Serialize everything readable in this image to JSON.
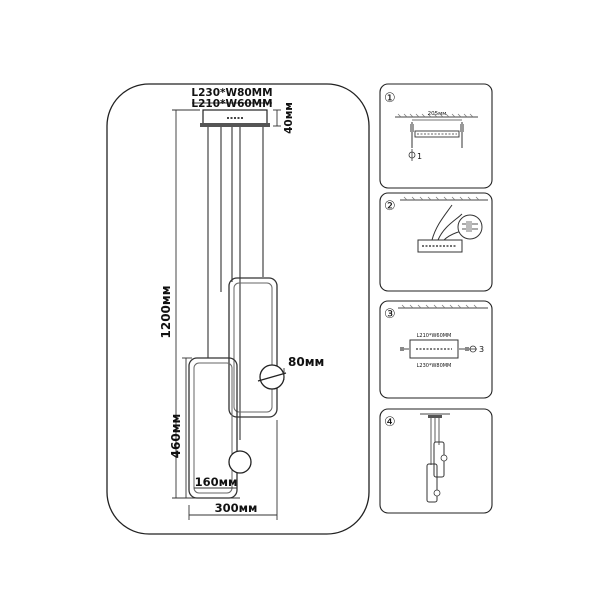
{
  "main_drawing": {
    "canopy_outer_label": "L230*W80MM",
    "canopy_inner_label": "L210*W60MM",
    "canopy_height_label": "40мм",
    "total_height_label": "1200мм",
    "lower_height_label": "460мм",
    "sphere_label": "80мм",
    "inner_width_label": "160мм",
    "width_label": "300мм"
  },
  "steps": [
    {
      "number": "①",
      "dimension_label": "205мм",
      "screw_label": "1"
    },
    {
      "number": "②"
    },
    {
      "number": "③",
      "inner_label": "L210*W60MM",
      "outer_label": "L230*W80MM",
      "screw_label": "3"
    },
    {
      "number": "④"
    }
  ]
}
